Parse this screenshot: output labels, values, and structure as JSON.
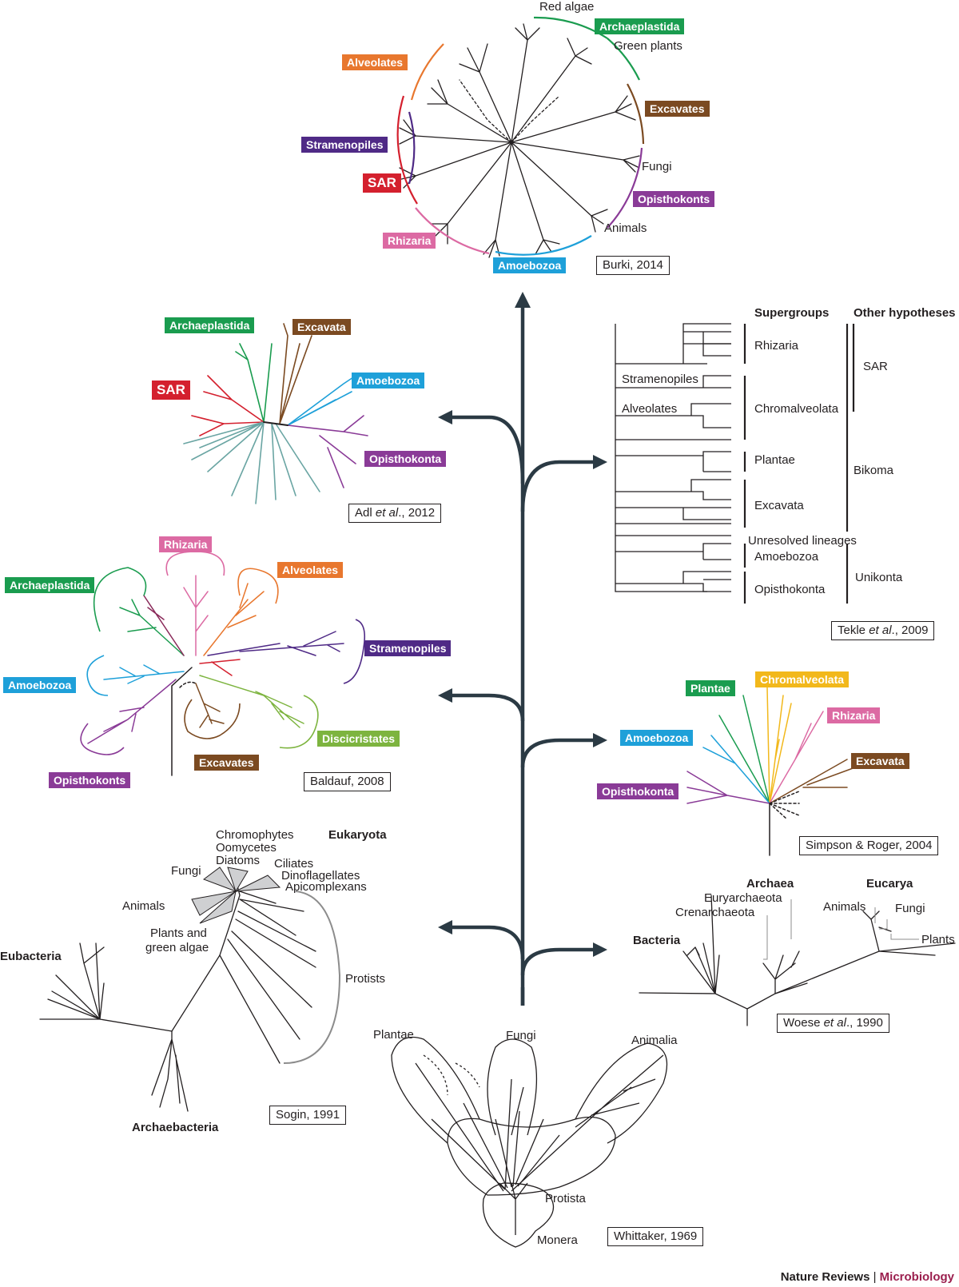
{
  "colors": {
    "arrow": "#2b3a44",
    "green": "#1a9c4f",
    "orange": "#e8772e",
    "brown": "#7b4a21",
    "purple": "#8a3b97",
    "indigo": "#4f2a86",
    "red": "#d4202e",
    "pink": "#dc6aa3",
    "blue": "#1ea0d9",
    "lightgreen": "#7db43f",
    "yellow": "#f2b81b",
    "teal": "#6aa5a3",
    "maroon": "#9b1f4e"
  },
  "burki": {
    "citation": "Burki, 2014",
    "labels": {
      "red_algae": "Red algae",
      "archaeplastida": "Archaeplastida",
      "green_plants": "Green plants",
      "alveolates": "Alveolates",
      "excavates": "Excavates",
      "stramenopiles": "Stramenopiles",
      "sar": "SAR",
      "fungi": "Fungi",
      "opisthokonts": "Opisthokonts",
      "animals": "Animals",
      "rhizaria": "Rhizaria",
      "amoebozoa": "Amoebozoa"
    }
  },
  "adl": {
    "citation_pre": "Adl ",
    "citation_it": "et al",
    "citation_post": "., 2012",
    "labels": {
      "archaeplastida": "Archaeplastida",
      "excavata": "Excavata",
      "sar": "SAR",
      "amoebozoa": "Amoebozoa",
      "opisthokonta": "Opisthokonta"
    }
  },
  "tekle": {
    "citation_pre": "Tekle ",
    "citation_it": "et al",
    "citation_post": "., 2009",
    "headers": {
      "supergroups": "Supergroups",
      "other": "Other hypotheses"
    },
    "labels": {
      "rhizaria": "Rhizaria",
      "stramenopiles": "Stramenopiles",
      "alveolates": "Alveolates",
      "chromalveolata": "Chromalveolata",
      "plantae": "Plantae",
      "excavata": "Excavata",
      "unresolved": "Unresolved lineages",
      "amoebozoa": "Amoebozoa",
      "opisthokonta": "Opisthokonta",
      "sar": "SAR",
      "bikoma": "Bikoma",
      "unikonta": "Unikonta"
    }
  },
  "baldauf": {
    "citation": "Baldauf, 2008",
    "labels": {
      "rhizaria": "Rhizaria",
      "archaeplastida": "Archaeplastida",
      "alveolates": "Alveolates",
      "stramenopiles": "Stramenopiles",
      "amoebozoa": "Amoebozoa",
      "discicristates": "Discicristates",
      "excavates": "Excavates",
      "opisthokonts": "Opisthokonts"
    }
  },
  "simpson": {
    "citation": "Simpson & Roger, 2004",
    "labels": {
      "plantae": "Plantae",
      "chromalveolata": "Chromalveolata",
      "rhizaria": "Rhizaria",
      "amoebozoa": "Amoebozoa",
      "excavata": "Excavata",
      "opisthokonta": "Opisthokonta"
    }
  },
  "sogin": {
    "citation": "Sogin, 1991",
    "labels": {
      "chromophytes": "Chromophytes",
      "oomycetes": "Oomycetes",
      "diatoms": "Diatoms",
      "eukaryota": "Eukaryota",
      "fungi": "Fungi",
      "ciliates": "Ciliates",
      "dinoflagellates": "Dinoflagellates",
      "apicomplexans": "Apicomplexans",
      "animals": "Animals",
      "plants1": "Plants and",
      "plants2": "green algae",
      "protists": "Protists",
      "eubacteria": "Eubacteria",
      "archaebacteria": "Archaebacteria"
    }
  },
  "woese": {
    "citation_pre": "Woese ",
    "citation_it": "et al",
    "citation_post": "., 1990",
    "labels": {
      "archaea": "Archaea",
      "eucarya": "Eucarya",
      "euryarchaeota": "Euryarchaeota",
      "crenarchaeota": "Crenarchaeota",
      "animals": "Animals",
      "fungi": "Fungi",
      "plants": "Plants",
      "bacteria": "Bacteria"
    }
  },
  "whittaker": {
    "citation": "Whittaker, 1969",
    "labels": {
      "plantae": "Plantae",
      "fungi": "Fungi",
      "animalia": "Animalia",
      "protista": "Protista",
      "monera": "Monera"
    }
  },
  "credit": {
    "journal": "Nature Reviews",
    "sep": " | ",
    "section": "Microbiology"
  }
}
